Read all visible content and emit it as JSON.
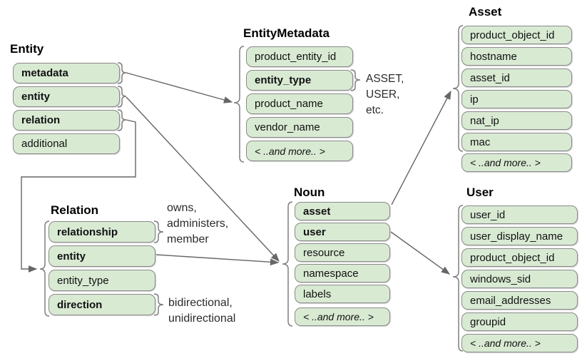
{
  "colors": {
    "row-fill": "#d9ead3",
    "row-border": "#8a8a8a",
    "brace": "#7e7e7e",
    "connector": "#666666",
    "title-text": "#000000",
    "row-text": "#111111",
    "annotation-text": "#2b2b2b",
    "background": "#ffffff"
  },
  "boxes": {
    "entity": {
      "title": "Entity",
      "rows": [
        "metadata",
        "entity",
        "relation",
        "additional"
      ]
    },
    "entity_metadata": {
      "title": "EntityMetadata",
      "rows": [
        "product_entity_id",
        "entity_type",
        "product_name",
        "vendor_name",
        "< ..and more.. >"
      ]
    },
    "asset": {
      "title": "Asset",
      "rows": [
        "product_object_id",
        "hostname",
        "asset_id",
        "ip",
        "nat_ip",
        "mac",
        "< ..and more.. >"
      ]
    },
    "noun": {
      "title": "Noun",
      "rows": [
        "asset",
        "user",
        "resource",
        "namespace",
        "labels",
        "< ..and more.. >"
      ]
    },
    "user": {
      "title": "User",
      "rows": [
        "user_id",
        "user_display_name",
        "product_object_id",
        "windows_sid",
        "email_addresses",
        "groupid",
        "< ..and more.. >"
      ]
    },
    "relation": {
      "title": "Relation",
      "rows": [
        "relationship",
        "entity",
        "entity_type",
        "direction"
      ]
    }
  },
  "annotations": {
    "entity_type_values": [
      "ASSET,",
      "USER,",
      "etc."
    ],
    "relationship_values": [
      "owns,",
      "administers,",
      "member"
    ],
    "direction_values": [
      "bidirectional,",
      "unidirectional"
    ]
  }
}
